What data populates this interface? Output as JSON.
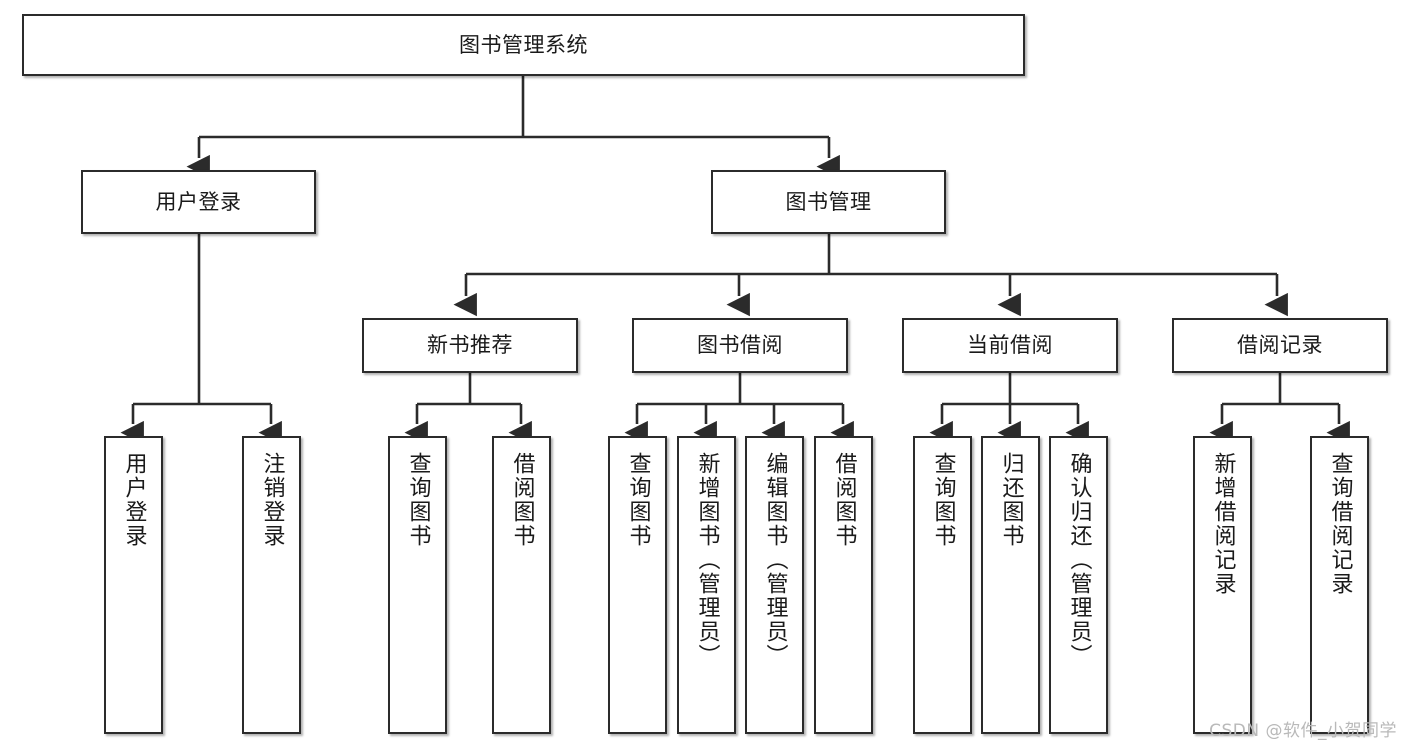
{
  "diagram": {
    "type": "tree",
    "title": "图书管理系统",
    "colors": {
      "stroke": "#2b2b2b",
      "background": "#ffffff",
      "text": "#1a1a1a",
      "watermark": "#b9b9b9"
    },
    "root": {
      "label": "图书管理系统"
    },
    "level2": [
      {
        "label": "用户登录"
      },
      {
        "label": "图书管理"
      }
    ],
    "level3": [
      {
        "label": "新书推荐"
      },
      {
        "label": "图书借阅"
      },
      {
        "label": "当前借阅"
      },
      {
        "label": "借阅记录"
      }
    ],
    "leaves": {
      "user_login": [
        {
          "label": "用户登录"
        },
        {
          "label": "注销登录"
        }
      ],
      "new_book_recommend": [
        {
          "label": "查询图书"
        },
        {
          "label": "借阅图书"
        }
      ],
      "book_borrow": [
        {
          "label": "查询图书"
        },
        {
          "label": "新增图书（管理员）"
        },
        {
          "label": "编辑图书（管理员）"
        },
        {
          "label": "借阅图书"
        }
      ],
      "current_borrow": [
        {
          "label": "查询图书"
        },
        {
          "label": "归还图书"
        },
        {
          "label": "确认归还（管理员）"
        }
      ],
      "borrow_record": [
        {
          "label": "新增借阅记录"
        },
        {
          "label": "查询借阅记录"
        }
      ]
    }
  },
  "watermark": {
    "text": "CSDN @软件_小贺同学"
  }
}
